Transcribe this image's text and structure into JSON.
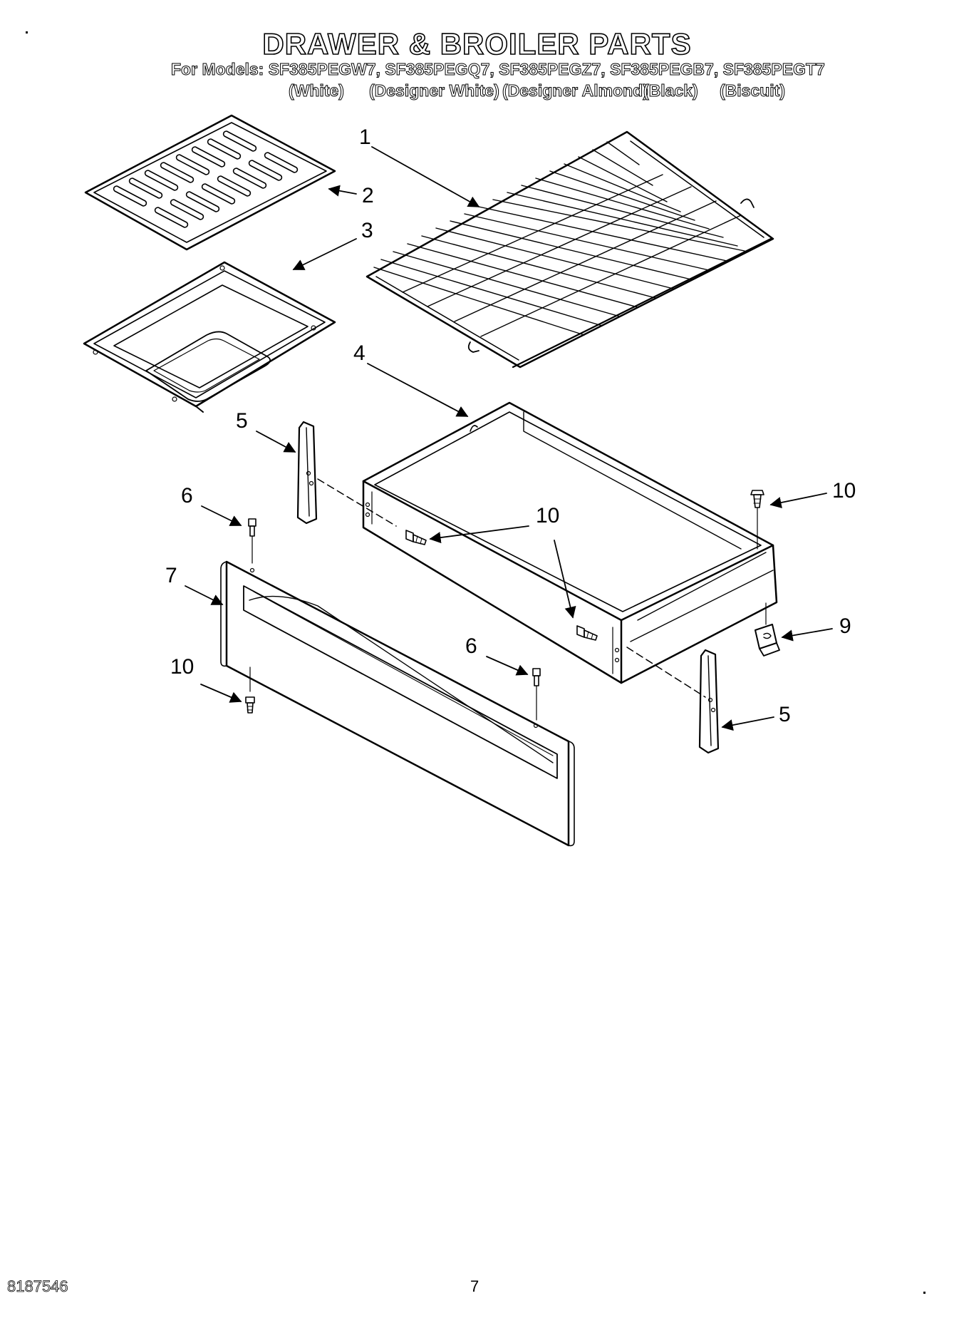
{
  "header": {
    "title": "DRAWER & BROILER PARTS",
    "models": "For Models: SF385PEGW7, SF385PEGQ7, SF385PEGZ7, SF385PEGB7, SF385PEGT7",
    "color_labels": [
      "(White)",
      "(Designer White)",
      "(Designer Almond)",
      "(Black)",
      "(Biscuit)"
    ]
  },
  "callouts": {
    "c1": "1",
    "c2": "2",
    "c3": "3",
    "c4": "4",
    "c5a": "5",
    "c5b": "5",
    "c6a": "6",
    "c6b": "6",
    "c7": "7",
    "c9": "9",
    "c10a": "10",
    "c10b": "10",
    "c10c": "10",
    "c10d": "10"
  },
  "footer": {
    "doc_number": "8187546",
    "page_number": "7"
  }
}
